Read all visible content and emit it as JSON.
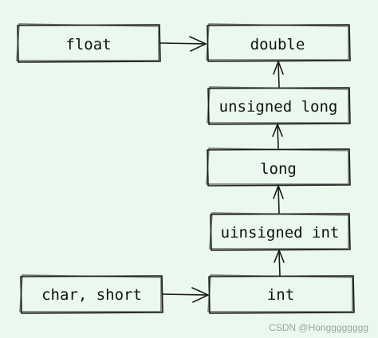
{
  "diagram": {
    "nodes": {
      "float": "float",
      "double": "double",
      "unsigned_long": "unsigned long",
      "long": "long",
      "uinsigned_int": "uinsigned int",
      "char_short": "char, short",
      "int": "int"
    }
  },
  "watermark": "CSDN @Hongggggggg"
}
